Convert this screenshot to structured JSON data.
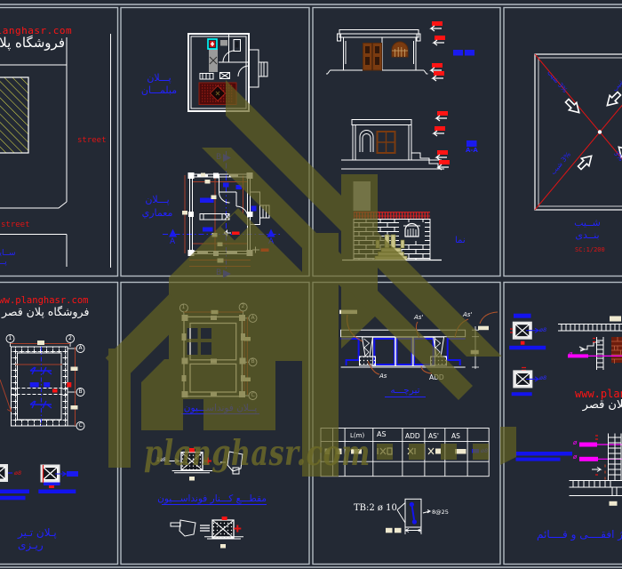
{
  "colors": {
    "background": "#232934",
    "panel_border": "#b4bcc4",
    "line_white": "#ffffff",
    "red": "#ff1414",
    "dim_red": "#a8402a",
    "blue": "#2222ff",
    "cyan": "#00ffff",
    "magenta": "#ff00ff",
    "hatch_yellow": "#d8d84a",
    "gray_fill": "#9a9a9a",
    "door_brown": "#7a3b10",
    "rug_red": "#6d0d0d",
    "watermark_olive": "#6e6c28"
  },
  "watermark": {
    "wordmark": "planghasr.com",
    "trailing_dots": "...."
  },
  "site_plan": {
    "url_text": "www.planghasr.com",
    "title_fa": "فروشگاه پلان قصر",
    "street_right": "street",
    "street_bottom": "street",
    "side_label_1": "ســايـت",
    "side_label_2": "پــلان"
  },
  "furnished_plan": {
    "label_line1": "پـــلان",
    "label_line2": "مبلمـــان"
  },
  "architectural_plan": {
    "label_line1": "پـــلان",
    "label_line2": "معماري",
    "section_b_top": "B",
    "section_b_bottom": "B",
    "section_a_left": "A",
    "section_a_right": "A"
  },
  "section_aa": {
    "label_aa": "A-A"
  },
  "south_elevation": {
    "label": "نما"
  },
  "roof_plan": {
    "slope_label_tl": "3% شیب",
    "slope_label_bl": "3% شیب",
    "slope_label_tr": "شیب",
    "slope_label_br": "3%",
    "title_1": "شــیب",
    "title_2": "بنــدی",
    "scale": "SC:1/200"
  },
  "foundation_small": {
    "url_text": "www.planghasr.com",
    "title_fa": "فروشگاه پلان قصر",
    "axis_1": "1",
    "axis_2": "2",
    "axis_a": "A",
    "axis_b": "B",
    "axis_c": "C",
    "beam_label_1": "پـلان تـیر",
    "beam_label_2": "ریـزی",
    "rebar_note": "ø8"
  },
  "foundation_plan": {
    "title": "پــلان فونداســـیون",
    "section_title": "مقطـــع كـــنار فونداســـیون",
    "axis_1": "1",
    "axis_2": "2",
    "axis_a": "A",
    "axis_b": "B",
    "axis_c": "C",
    "detail_note": "1ø8"
  },
  "joist_section": {
    "label_as_top1": "As'",
    "label_as_top2": "As'",
    "label_as_bottom": "As",
    "label_add": "ADD",
    "title": "تیرچـــه"
  },
  "rebar_table": {
    "headers": [
      "L(m)",
      "AS",
      "ADD",
      "AS'",
      "AS"
    ],
    "note_blue": "ø8"
  },
  "tb_detail": {
    "text": "TB:2 ø 10",
    "stirrup_note": "8@25"
  },
  "tie_details": {
    "url_text": "www.planghasr.com",
    "title_fa": "فروشگاه پلان قصر",
    "rebar_1": "ø8",
    "rebar_2": "ø8",
    "bottom_label": "شــــناژ افقــــی و قــــائم",
    "phi_1": "ø",
    "phi_2": "ø",
    "phi_3": "ø"
  }
}
